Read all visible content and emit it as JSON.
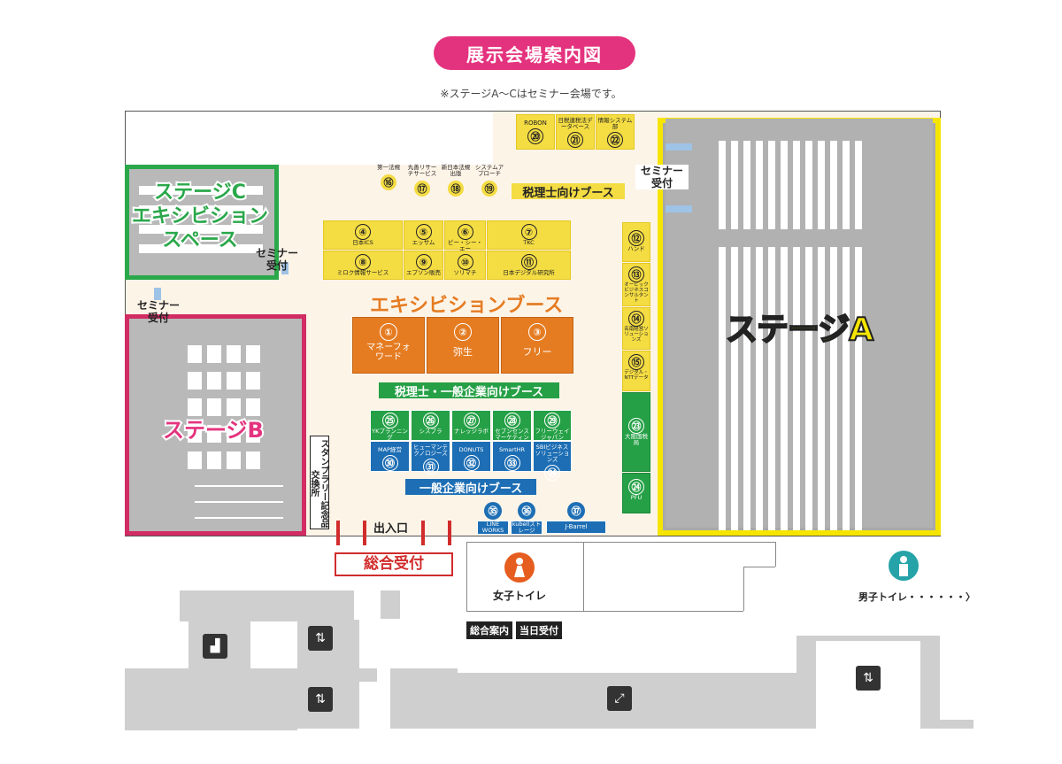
{
  "title": "展示会場案内図",
  "note": "※ステージA〜Cはセミナー会場です。",
  "stages": {
    "a": "ステージA",
    "b": "ステージB",
    "c_line1": "ステージC",
    "c_line2": "エキシビション",
    "c_line3": "スペース"
  },
  "seminar_reception": [
    "セミナー",
    "受付"
  ],
  "zones": {
    "tax": "税理士向けブース",
    "exhibition": "エキシビションブース",
    "tax_general": "税理士・一般企業向けブース",
    "general": "一般企業向けブース"
  },
  "booths_top": [
    {
      "no": "⑳",
      "name": "ROBON"
    },
    {
      "no": "㉑",
      "name": "日税連税法データベース"
    },
    {
      "no": "㉒",
      "name": "情報システム部"
    }
  ],
  "booths_tax": [
    {
      "no": "⑯",
      "name": "第一法規"
    },
    {
      "no": "⑰",
      "name": "丸善リサーチサービス"
    },
    {
      "no": "⑱",
      "name": "新日本法規出版"
    },
    {
      "no": "⑲",
      "name": "システムアプローチ"
    }
  ],
  "booths_grid_row1": [
    {
      "no": "④",
      "name": "日本ICS"
    },
    {
      "no": "⑤",
      "name": "エッサム"
    },
    {
      "no": "⑥",
      "name": "ピー・シー・エー"
    },
    {
      "no": "⑦",
      "name": "TKC"
    }
  ],
  "booths_grid_row2": [
    {
      "no": "⑧",
      "name": "ミロク情報サービス"
    },
    {
      "no": "⑨",
      "name": "エプソン販売"
    },
    {
      "no": "⑩",
      "name": "ソリマチ"
    },
    {
      "no": "⑪",
      "name": "日本デジタル研究所"
    }
  ],
  "booths_exhibit": [
    {
      "no": "①",
      "name": "マネーフォワード"
    },
    {
      "no": "②",
      "name": "弥生"
    },
    {
      "no": "③",
      "name": "フリー"
    }
  ],
  "booths_right": [
    {
      "no": "⑫",
      "name": "ハンド"
    },
    {
      "no": "⑬",
      "name": "オービックビジネスコンサルタント"
    },
    {
      "no": "⑭",
      "name": "名南経営ソリューションズ"
    },
    {
      "no": "⑮",
      "name": "デジタル・NTTデータ"
    },
    {
      "no": "㉓",
      "name": "大阪国税局"
    },
    {
      "no": "㉔",
      "name": "PFU"
    }
  ],
  "booths_green": [
    {
      "no": "㉕",
      "name": "YKプランニング"
    },
    {
      "no": "㉖",
      "name": "シスプラ"
    },
    {
      "no": "㉗",
      "name": "ナレッジラボ"
    },
    {
      "no": "㉘",
      "name": "セブンセンスマーケティング"
    },
    {
      "no": "㉙",
      "name": "フリーウェイジャパン"
    }
  ],
  "booths_blue": [
    {
      "no": "㉚",
      "name": "MAP経営"
    },
    {
      "no": "㉛",
      "name": "ヒューマンテクノロジーズ"
    },
    {
      "no": "㉜",
      "name": "DONUTS"
    },
    {
      "no": "㉝",
      "name": "SmartHR"
    },
    {
      "no": "㉞",
      "name": "SBIビジネスソリューションズ"
    }
  ],
  "booths_bottom": [
    {
      "no": "㉟",
      "name": "LINE WORKS"
    },
    {
      "no": "㊱",
      "name": "kubellストレージ"
    },
    {
      "no": "㊲",
      "name": "J-Barrel"
    }
  ],
  "stamp": "スタンプラリー記念品交換所",
  "entrance": "出入口",
  "reception": "総合受付",
  "women_toilet": "女子トイレ",
  "men_toilet": "男子トイレ・・・・・・〉",
  "info_tag": "総合案内",
  "sameday_tag": "当日受付",
  "colors": {
    "pink": "#e4337e",
    "green": "#25a046",
    "blue": "#1d6eb4",
    "orange": "#e57c22",
    "yellow": "#f4dc43",
    "stageA_border": "#f5e500"
  }
}
